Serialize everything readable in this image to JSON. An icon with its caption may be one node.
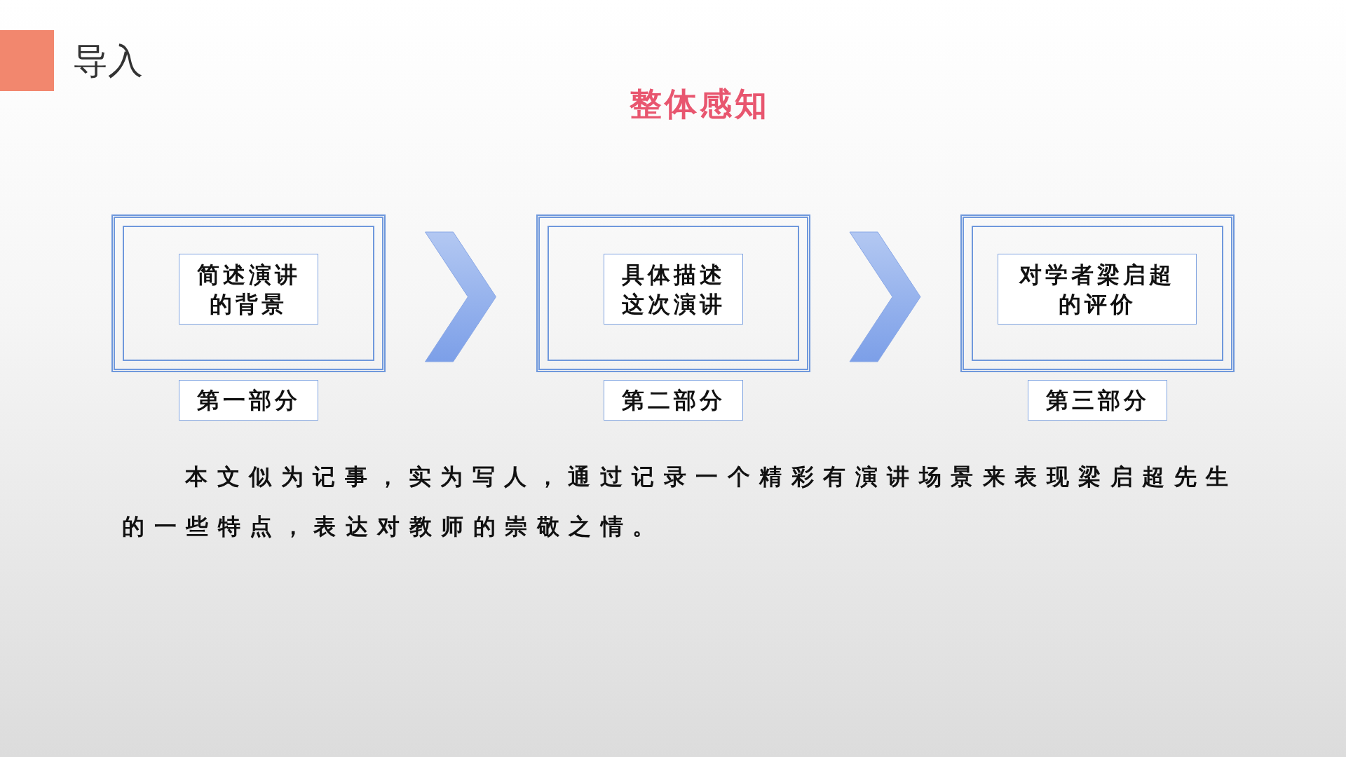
{
  "diagram": {
    "title": "整体感知",
    "nodes": [
      {
        "text": [],
        "shape": "box"
      },
      {
        "text": [
          "简述演讲的背景"
        ],
        "in": 0
      },
      {
        "text": [
          "第一部分"
        ]
      },
      {
        "text": [],
        "shape": "box"
      },
      {
        "text": [
          "具体描述这次演讲"
        ],
        "in": 3
      },
      {
        "text": [
          "第二部分"
        ]
      },
      {
        "text": [],
        "shape": "box"
      },
      {
        "text": [
          "对学者梁启超的评价"
        ],
        "in": 6
      },
      {
        "text": [
          "第三部分"
        ]
      }
    ],
    "edges": [
      {
        "from": 0,
        "to": 3,
        "arrow": "to"
      },
      {
        "from": 3,
        "to": 6,
        "arrow": "to"
      }
    ],
    "labels": [
      "导入",
      "本文似为记事，实为写人，通过记录一个精彩有演讲场景来表现梁启超先生的一些特点，表达对教师的崇敬之情。"
    ]
  }
}
